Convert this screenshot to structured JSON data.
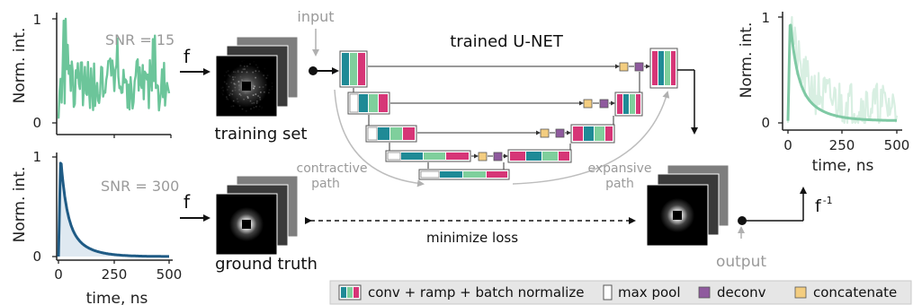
{
  "colors": {
    "noisy": "#6cc59a",
    "clean": "#1f5b85",
    "fit": "#7fc9a4",
    "gray_text": "#9a9a9a",
    "conv_teal": "#1f8a96",
    "conv_green": "#7fcf9c",
    "conv_pink": "#d63677",
    "deconv": "#8f5a9e",
    "concat": "#f3cd80",
    "legend_bg": "#e6e6e6"
  },
  "plots": {
    "noisy": {
      "ylabel": "Norm. int.",
      "y_ticks": [
        "1",
        "0"
      ],
      "annotation": "SNR = 15"
    },
    "clean": {
      "ylabel": "Norm. int.",
      "y_ticks": [
        "1",
        "0"
      ],
      "x_ticks": [
        "0",
        "250",
        "500"
      ],
      "xlabel": "time, ns",
      "annotation": "SNR = 300"
    },
    "output": {
      "ylabel": "Norm. int.",
      "y_ticks": [
        "1",
        "0"
      ],
      "x_ticks": [
        "0",
        "250",
        "500"
      ],
      "xlabel": "time, ns"
    }
  },
  "diagram": {
    "f_top": "f",
    "f_bottom": "f",
    "f_inverse": "f",
    "f_inverse_sup": "-1",
    "input_label": "input",
    "training_set_label": "training set",
    "ground_truth_label": "ground truth",
    "unet_title": "trained U-NET",
    "contractive_line1": "contractive",
    "contractive_line2": "path",
    "expansive_line1": "expansive",
    "expansive_line2": "path",
    "minimize_loss": "minimize loss",
    "output_label": "output"
  },
  "legend": {
    "conv": "conv + ramp + batch normalize",
    "max_pool": "max pool",
    "deconv": "deconv",
    "concatenate": "concatenate"
  }
}
